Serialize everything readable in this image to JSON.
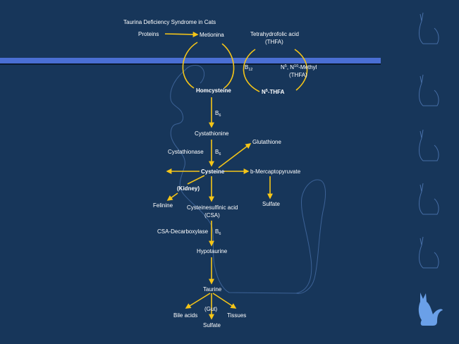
{
  "title": "Taurina Deficiency Syndrome in Cats",
  "labels": {
    "proteins": "Proteins",
    "metionina": "Metionina",
    "thfa_line1": "Tetrahydrofolic acid",
    "thfa_line2": "(THFA)",
    "b12": "B",
    "b12_sub": "12",
    "methyl_a": "N",
    "methyl_a_sup": "5",
    "methyl_b": ", N",
    "methyl_b_sup": "10",
    "methyl_c": "-Methyl",
    "methyl_line2": "(THFA)",
    "n5thfa_n": "N",
    "n5thfa_sup": "5",
    "n5thfa_rest": "-THFA",
    "homocysteine": "Homcysteine",
    "b6_sym": "B",
    "b6_sub": "6",
    "cystathionine": "Cystathionine",
    "cystathionase": "Cystathionase",
    "glutathione": "Glutathione",
    "cysteine": "Cysteine",
    "mercapto": "b-Mercaptopyruvate",
    "kidney": "(Kidney)",
    "sulfate": "Sulfate",
    "felinine": "Felinine",
    "csa_line1": "Cysteinesulfinic acid",
    "csa_line2": "(CSA)",
    "csa_decarboxylase": "CSA-Decarboxylase",
    "hypotaurine": "Hypotaurine",
    "taurine": "Taurine",
    "gut": "(Gut)",
    "bile_acids": "Bile acids",
    "tissues": "Tissues",
    "sulfate_bottom": "Sulfate"
  },
  "colors": {
    "background": "#17365a",
    "bar": "#4a6fd4",
    "arrow": "#f5c518",
    "text": "#ffffff",
    "cat_silhouette": "#5b86c8",
    "cat_icon_fill": "#6aa0e8"
  },
  "icons": [
    "cat-outline-icon",
    "cat-outline-icon",
    "cat-outline-icon",
    "cat-outline-icon",
    "cat-outline-icon",
    "cat-filled-icon"
  ]
}
